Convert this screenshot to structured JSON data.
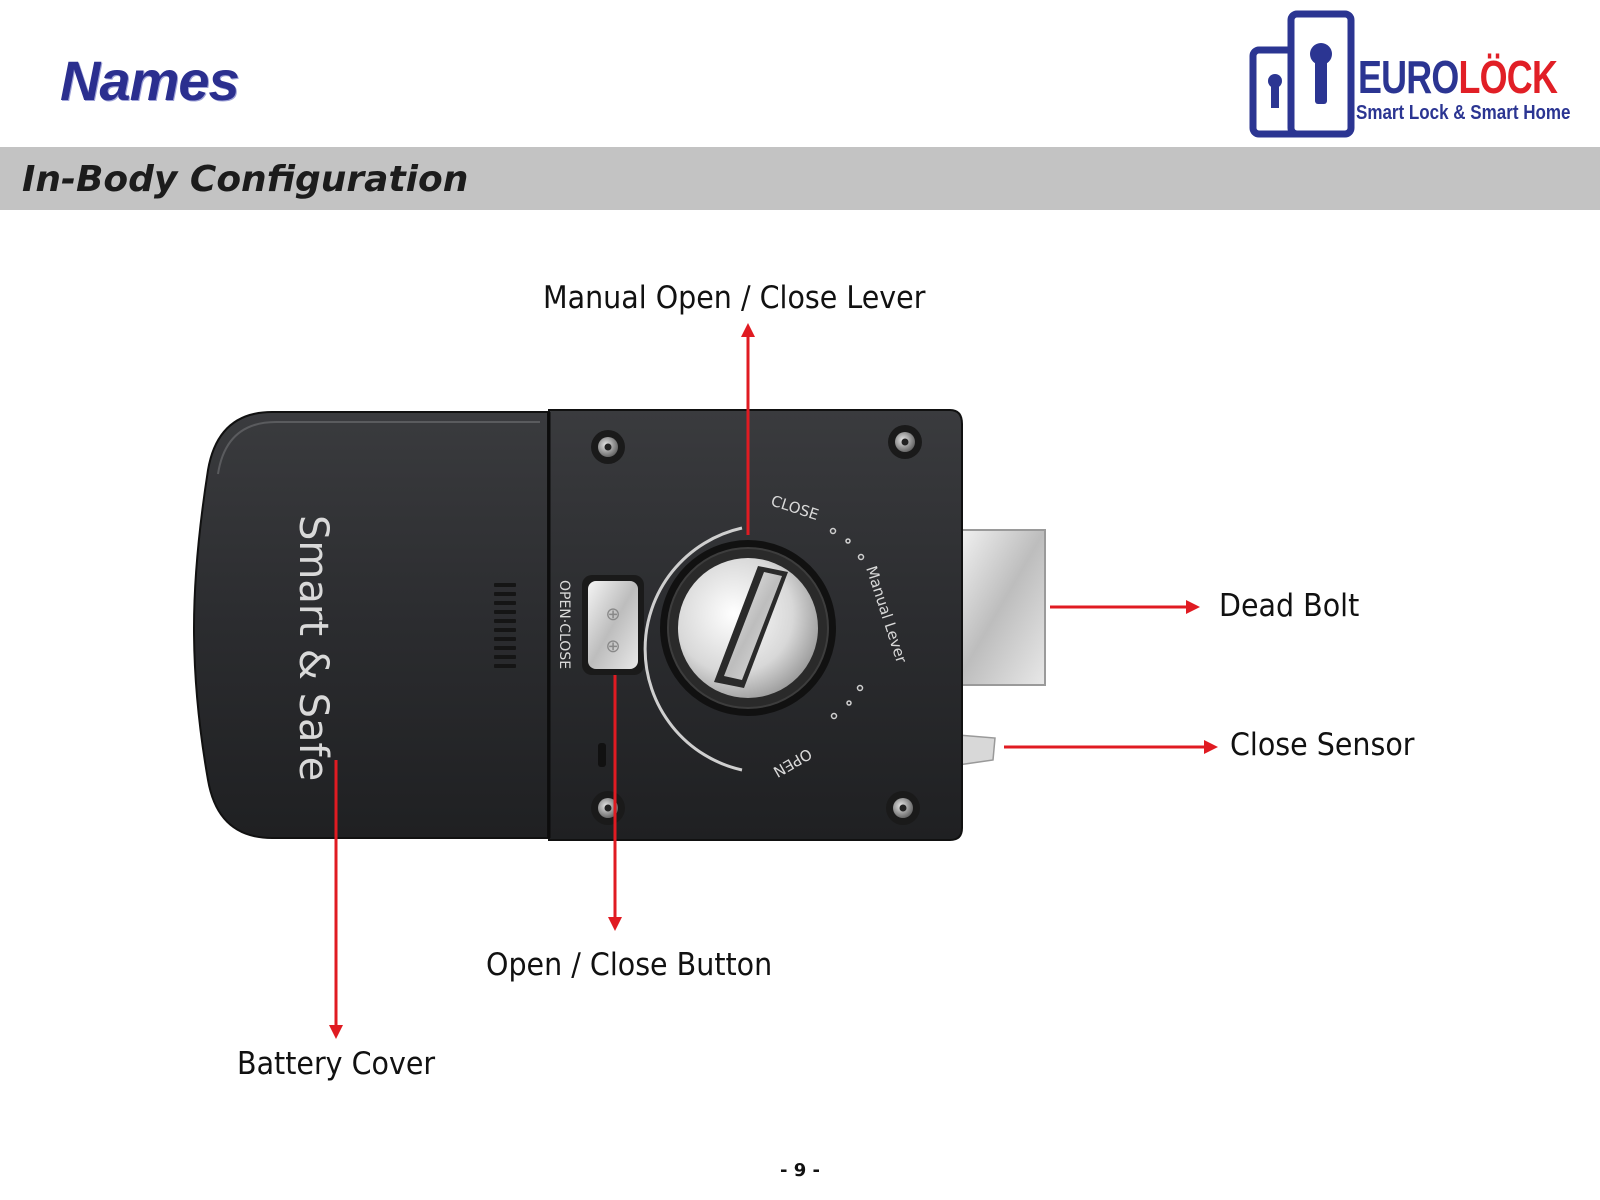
{
  "page": {
    "title": "Names",
    "section_title": "In-Body Configuration",
    "page_number": "- 9 -"
  },
  "brand": {
    "logo_word_part1": "EURO",
    "logo_word_part2": "LÖCK",
    "tagline": "Smart Lock & Smart Home",
    "colors": {
      "primary": "#2b3592",
      "accent": "#e11f26"
    }
  },
  "device": {
    "body_text": "Smart & Safe",
    "button_label": "OPEN·CLOSE",
    "dial_close": "CLOSE",
    "dial_manual": "Manual Lever",
    "dial_open": "OPEN"
  },
  "callouts": {
    "manual_lever": "Manual Open / Close Lever",
    "dead_bolt": "Dead Bolt",
    "close_sensor": "Close Sensor",
    "open_close_button": "Open / Close Button",
    "battery_cover": "Battery Cover"
  },
  "colors": {
    "arrow": "#e01b22",
    "title": "#2b2f8f",
    "section_bar": "#c3c3c3"
  }
}
